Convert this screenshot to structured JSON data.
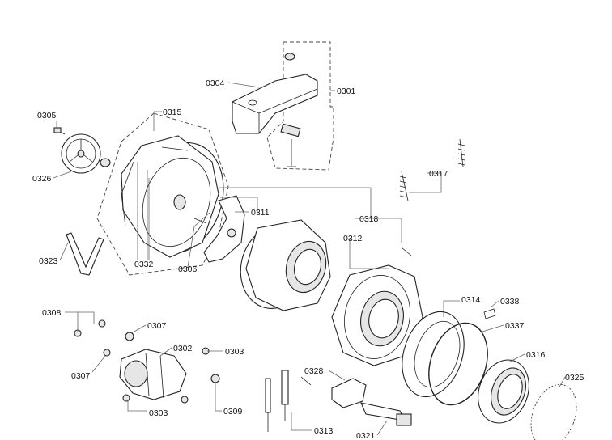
{
  "labels": {
    "p0305": "0305",
    "p0326": "0326",
    "p0323": "0323",
    "p0315": "0315",
    "p0304": "0304",
    "p0301": "0301",
    "p0317": "0317",
    "p0318": "0318",
    "p0311": "0311",
    "p0312": "0312",
    "p0332": "0332",
    "p0306": "0306",
    "p0308": "0308",
    "p0307a": "0307",
    "p0307b": "0307",
    "p0302": "0302",
    "p0303a": "0303",
    "p0303b": "0303",
    "p0309": "0309",
    "p0314": "0314",
    "p0338": "0338",
    "p0337": "0337",
    "p0316": "0316",
    "p0325": "0325",
    "p0328": "0328",
    "p0313": "0313",
    "p0321": "0321"
  }
}
